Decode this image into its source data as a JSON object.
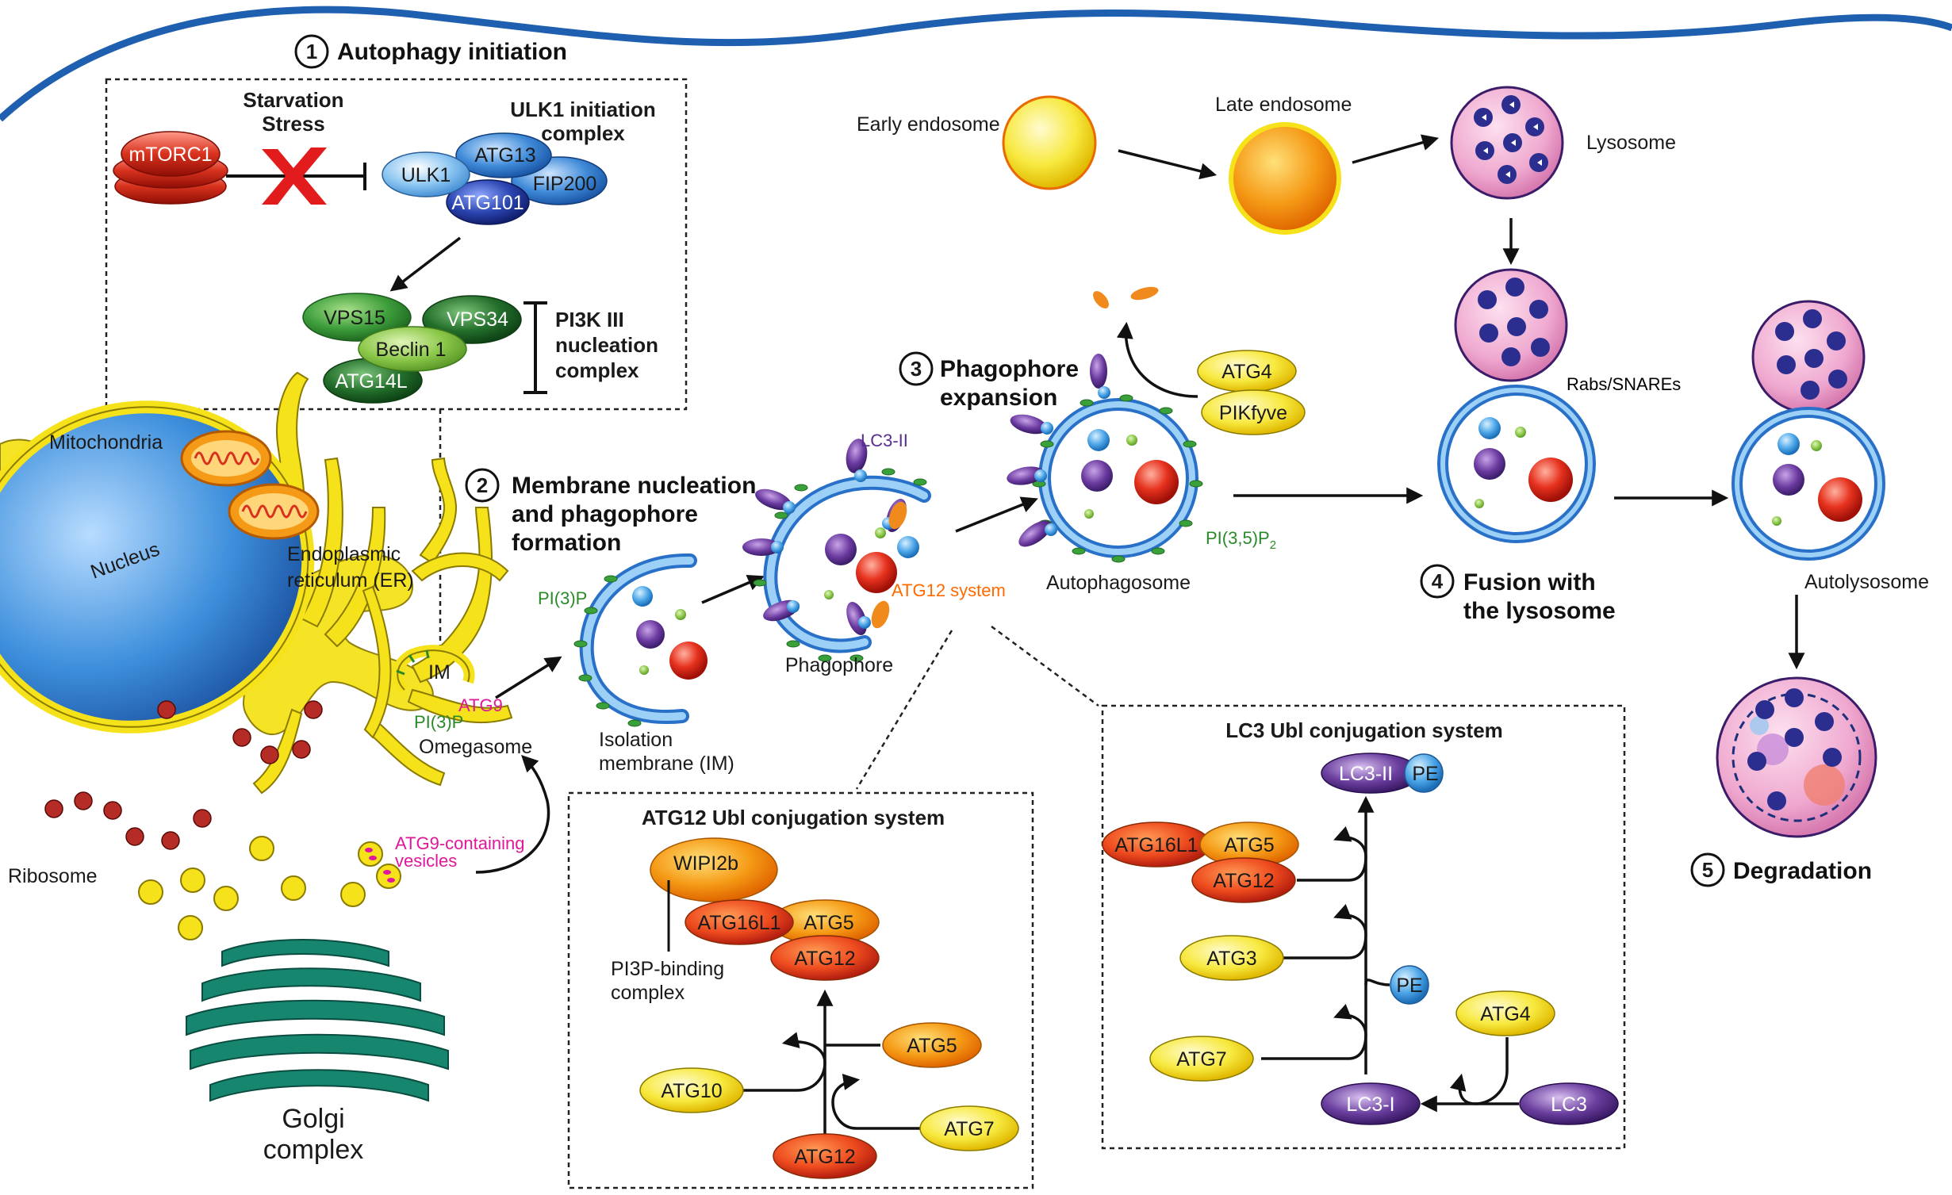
{
  "colors": {
    "wave": "#1f5fb0",
    "mtorc1": "#d22b1b",
    "ulk1": "#7ab8ef",
    "atg13": "#2f7fd6",
    "fip200": "#4b98e0",
    "atg101": "#1d3f9e",
    "vps15": "#3f9f3c",
    "vps34": "#236e2b",
    "beclin1": "#7bbf43",
    "atg14l": "#2d8a35",
    "lc3_purple": "#5a2e8e",
    "yellow_protein": "#f4e43b",
    "orange_protein": "#f08a1c",
    "red_protein": "#d8361c",
    "lysosome_pink": "#e89bc4",
    "vesicle_blue": "#4da6e8",
    "golgi": "#17866f",
    "er_yellow": "#f5e21a",
    "magenta_text": "#e0179a",
    "green_text": "#2a8a2a",
    "orange_text": "#ff6a00"
  },
  "icons": [
    "red-x-icon",
    "inhibition-bar-icon",
    "bracket-icon",
    "circled-number-icon"
  ],
  "steps": {
    "s1": {
      "num": "1",
      "title": "Autophagy initiation"
    },
    "s2": {
      "num": "2",
      "line1": "Membrane nucleation",
      "line2": "and phagophore",
      "line3": "formation"
    },
    "s3": {
      "num": "3",
      "line1": "Phagophore",
      "line2": "expansion"
    },
    "s4": {
      "num": "4",
      "line1": "Fusion with",
      "line2": "the lysosome"
    },
    "s5": {
      "num": "5",
      "title": "Degradation"
    }
  },
  "initiation": {
    "starvation": "Starvation",
    "stress": "Stress",
    "ulk1_complex_l1": "ULK1 initiation",
    "ulk1_complex_l2": "complex",
    "mtorc1": "mTORC1",
    "ulk1": "ULK1",
    "atg13": "ATG13",
    "fip200": "FIP200",
    "atg101": "ATG101",
    "vps15": "VPS15",
    "vps34": "VPS34",
    "beclin1": "Beclin 1",
    "atg14l": "ATG14L",
    "pi3k_l1": "PI3K III",
    "pi3k_l2": "nucleation",
    "pi3k_l3": "complex"
  },
  "cell": {
    "mitochondria": "Mitochondria",
    "nucleus": "Nucleus",
    "er_l1": "Endoplasmic",
    "er_l2": "reticulum (ER)",
    "im": "IM",
    "atg9": "ATG9",
    "pi3p": "PI(3)P",
    "omegasome": "Omegasome",
    "ribosome": "Ribosome",
    "atg9_vesicles_l1": "ATG9-containing",
    "atg9_vesicles_l2": "vesicles",
    "golgi_l1": "Golgi",
    "golgi_l2": "complex"
  },
  "membranes": {
    "pi3p": "PI(3)P",
    "isolation_l1": "Isolation",
    "isolation_l2": "membrane (IM)",
    "lc3ii": "LC3-II",
    "atg12_system": "ATG12 system",
    "phagophore": "Phagophore",
    "autophagosome": "Autophagosome",
    "atg4": "ATG4",
    "pikfyve": "PIKfyve",
    "pi35p2": "PI(3,5)P",
    "pi35p2_sub": "2"
  },
  "endo": {
    "early": "Early endosome",
    "late": "Late endosome",
    "lysosome": "Lysosome",
    "rabs": "Rabs/SNAREs",
    "autolysosome": "Autolysosome"
  },
  "atg12_box": {
    "title": "ATG12 Ubl conjugation system",
    "wipi2b": "WIPI2b",
    "atg16l1": "ATG16L1",
    "atg5": "ATG5",
    "atg12": "ATG12",
    "pi3p_binding_l1": "PI3P-binding",
    "pi3p_binding_l2": "complex",
    "atg10": "ATG10",
    "atg5_in": "ATG5",
    "atg7": "ATG7",
    "atg12_in": "ATG12"
  },
  "lc3_box": {
    "title": "LC3 Ubl conjugation system",
    "lc3ii": "LC3-II",
    "pe": "PE",
    "atg16l1": "ATG16L1",
    "atg5": "ATG5",
    "atg12": "ATG12",
    "atg3": "ATG3",
    "pe2": "PE",
    "atg7": "ATG7",
    "atg4": "ATG4",
    "lc3i": "LC3-I",
    "lc3": "LC3"
  }
}
